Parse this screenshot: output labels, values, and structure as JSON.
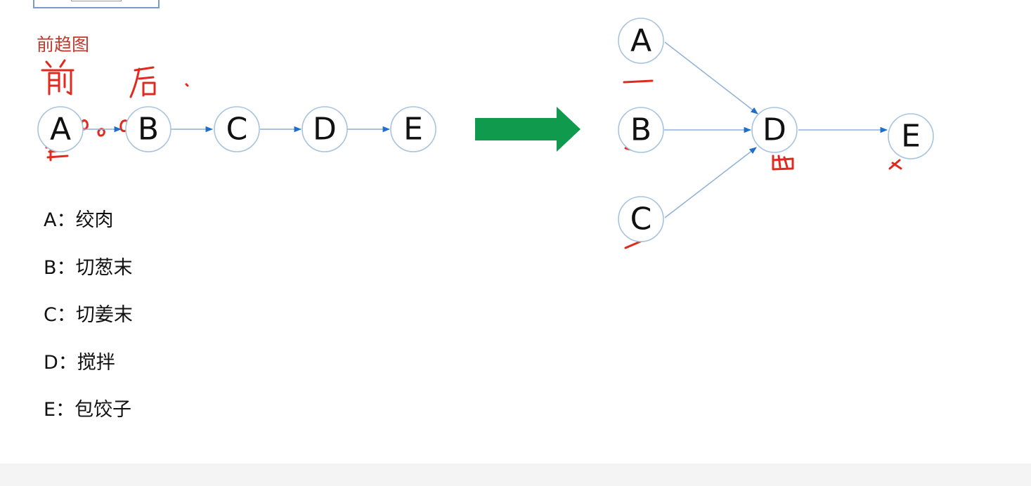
{
  "title": "前趋图",
  "left_nodes": [
    "A",
    "B",
    "C",
    "D",
    "E"
  ],
  "right_nodes": [
    "A",
    "B",
    "C",
    "D",
    "E"
  ],
  "legend": [
    {
      "key": "A：",
      "text": "绞肉"
    },
    {
      "key": "B：",
      "text": "切葱末"
    },
    {
      "key": "C：",
      "text": "切姜末"
    },
    {
      "key": "D：",
      "text": "搅拌"
    },
    {
      "key": "E：",
      "text": "包饺子"
    }
  ],
  "colors": {
    "node_border": "#a9c4e0",
    "edge": "#8fb0d8",
    "arrowhead": "#1f6fc9",
    "big_arrow": "#0f9a4d",
    "title": "#c0392b",
    "handwriting": "#e02a20"
  }
}
